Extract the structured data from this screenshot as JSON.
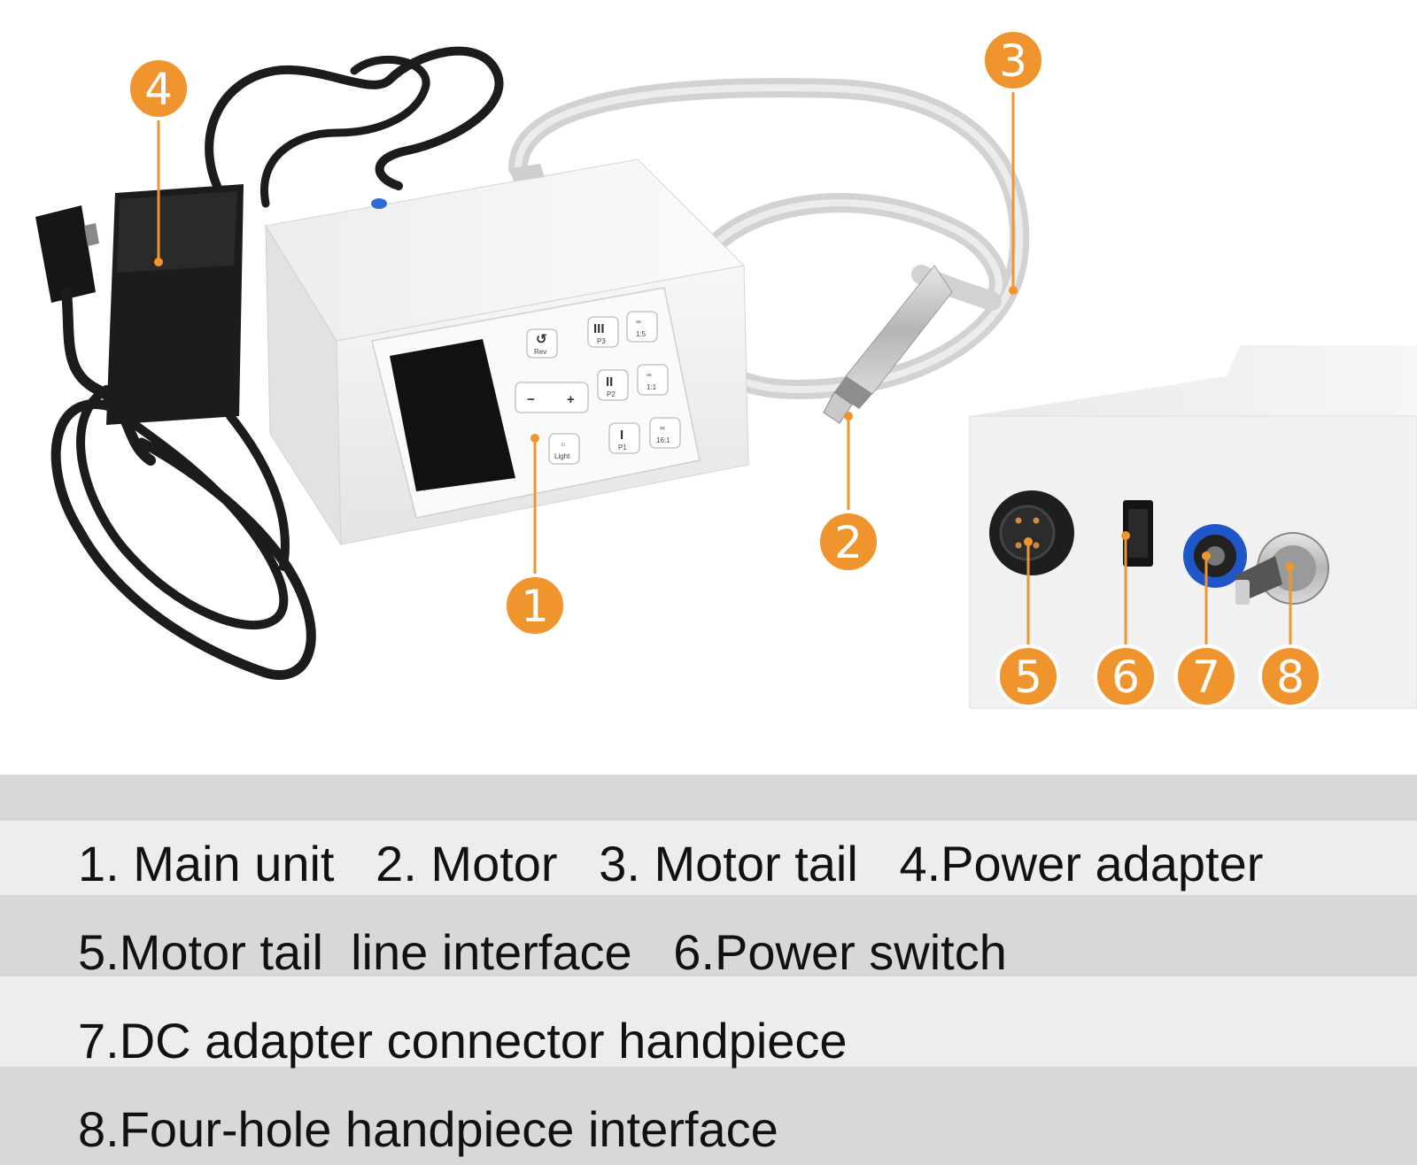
{
  "colors": {
    "accent": "#F0952E",
    "device_body": "#EFEFEF",
    "cable": "#CFCFCF",
    "adapter": "#1C1C1C",
    "band_dark": "#D8D8D8",
    "band_light": "#EDEDED"
  },
  "callouts": [
    {
      "number": "1",
      "target": "main-unit"
    },
    {
      "number": "2",
      "target": "motor"
    },
    {
      "number": "3",
      "target": "motor-tail"
    },
    {
      "number": "4",
      "target": "power-adapter"
    },
    {
      "number": "5",
      "target": "motor-tail-line-interface"
    },
    {
      "number": "6",
      "target": "power-switch"
    },
    {
      "number": "7",
      "target": "dc-adapter-connector"
    },
    {
      "number": "8",
      "target": "four-hole-handpiece-interface"
    }
  ],
  "panel_buttons": {
    "rev": "Rev",
    "p3": "P3",
    "ratio_1_5": "1:5",
    "p2": "P2",
    "ratio_1_1": "1:1",
    "light": "Light",
    "p1": "P1",
    "ratio_16_1": "16:1",
    "minus": "−",
    "plus": "+"
  },
  "legend": {
    "lines": [
      "1. Main unit   2. Motor   3. Motor tail   4.Power adapter",
      "5.Motor tail  line interface   6.Power switch",
      "7.DC adapter connector handpiece",
      "8.Four-hole handpiece interface"
    ]
  }
}
